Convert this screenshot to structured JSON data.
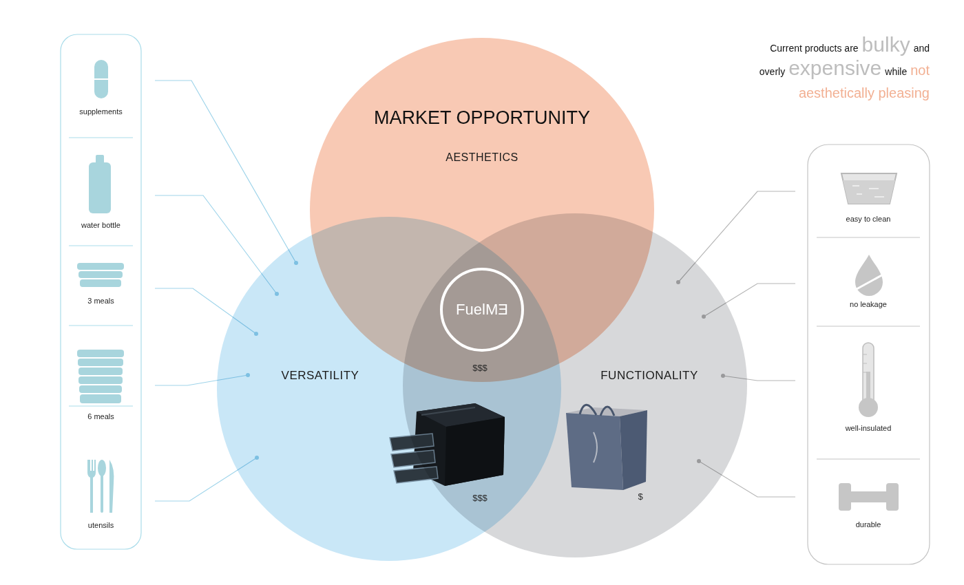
{
  "diagram": {
    "title": "MARKET OPPORTUNITY",
    "nodes": [
      {
        "text": [
          "AESTHETICS"
        ]
      },
      {
        "text": [
          "VERSATILITY"
        ]
      },
      {
        "text": [
          "FUNCTIONALITY"
        ]
      },
      {
        "text": [
          "FuelMƎ"
        ]
      },
      {
        "text": [
          "supplements"
        ]
      },
      {
        "text": [
          "water bottle"
        ]
      },
      {
        "text": [
          "3 meals"
        ]
      },
      {
        "text": [
          "6 meals"
        ]
      },
      {
        "text": [
          "utensils"
        ]
      },
      {
        "text": [
          "easy to clean"
        ]
      },
      {
        "text": [
          "no leakage"
        ]
      },
      {
        "text": [
          "well-insulated"
        ]
      },
      {
        "text": [
          "durable"
        ]
      }
    ],
    "edges": [
      {
        "from": 4,
        "to": 1,
        "arrow": "none"
      },
      {
        "from": 5,
        "to": 1,
        "arrow": "none"
      },
      {
        "from": 6,
        "to": 1,
        "arrow": "none"
      },
      {
        "from": 7,
        "to": 1,
        "arrow": "none"
      },
      {
        "from": 8,
        "to": 1,
        "arrow": "none"
      },
      {
        "from": 9,
        "to": 2,
        "arrow": "none"
      },
      {
        "from": 10,
        "to": 2,
        "arrow": "none"
      },
      {
        "from": 11,
        "to": 2,
        "arrow": "none"
      },
      {
        "from": 12,
        "to": 2,
        "arrow": "none"
      }
    ],
    "labels": [
      "$$$",
      "$$$",
      "$",
      "Current products are",
      "bulky",
      "and",
      "overly",
      "expensive",
      "while",
      "not",
      "aesthetically pleasing"
    ]
  }
}
